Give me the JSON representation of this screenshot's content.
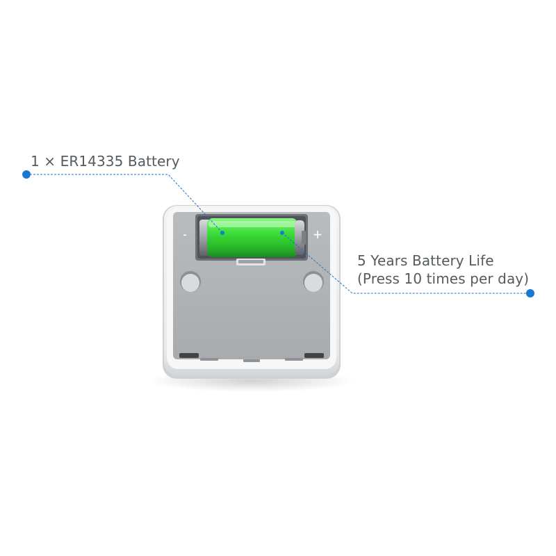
{
  "callouts": {
    "battery_type": "1 × ER14335 Battery",
    "battery_life_line1": "5 Years Battery Life",
    "battery_life_line2": "(Press 10 times per day)"
  },
  "device": {
    "polarity_minus": "-",
    "polarity_plus": "+"
  },
  "colors": {
    "callout_line": "#1a73c8",
    "callout_dot": "#1a78d2",
    "battery_green": "#3fdc3f",
    "text": "#555a5e"
  }
}
